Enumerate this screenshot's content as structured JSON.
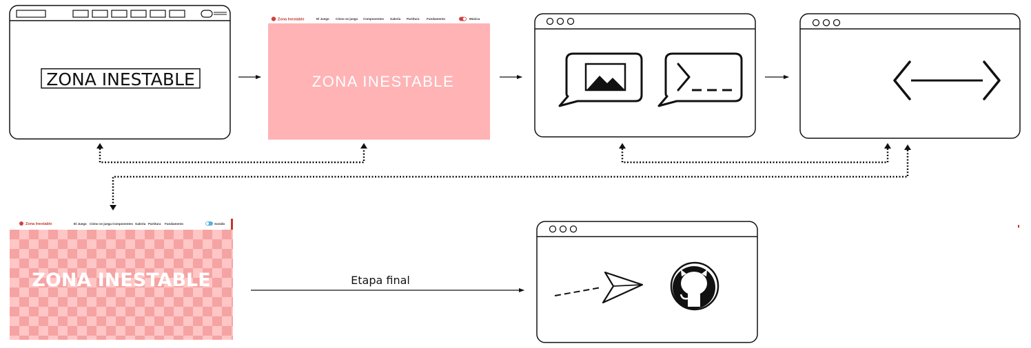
{
  "stage1": {
    "title": "ZONA INESTABLE"
  },
  "stage2": {
    "brand": "Zona Inestable",
    "nav": [
      "El Juego",
      "Cómo se juega",
      "Componentes",
      "Galería",
      "Partitura",
      "Fundamento"
    ],
    "toggle_label": "Música",
    "hero": "ZONA INESTABLE",
    "color": "#ffb3b5"
  },
  "stage5": {
    "brand": "Zona Inestable",
    "nav": [
      "El Juego",
      "Cómo se juega",
      "Componentes",
      "Galería",
      "Partitura",
      "Fundamento"
    ],
    "toggle_label": "Sonido",
    "hero": "ZONA INESTABLE",
    "check_light": "#ffc6c6",
    "check_dark": "#f5a3a3"
  },
  "edges": {
    "final_label": "Etapa final"
  },
  "icons": {
    "stage3": [
      "image-icon",
      "terminal-icon"
    ],
    "stage4": [
      "code-arrows-icon"
    ],
    "stage6": [
      "paper-plane-icon",
      "github-icon"
    ]
  }
}
